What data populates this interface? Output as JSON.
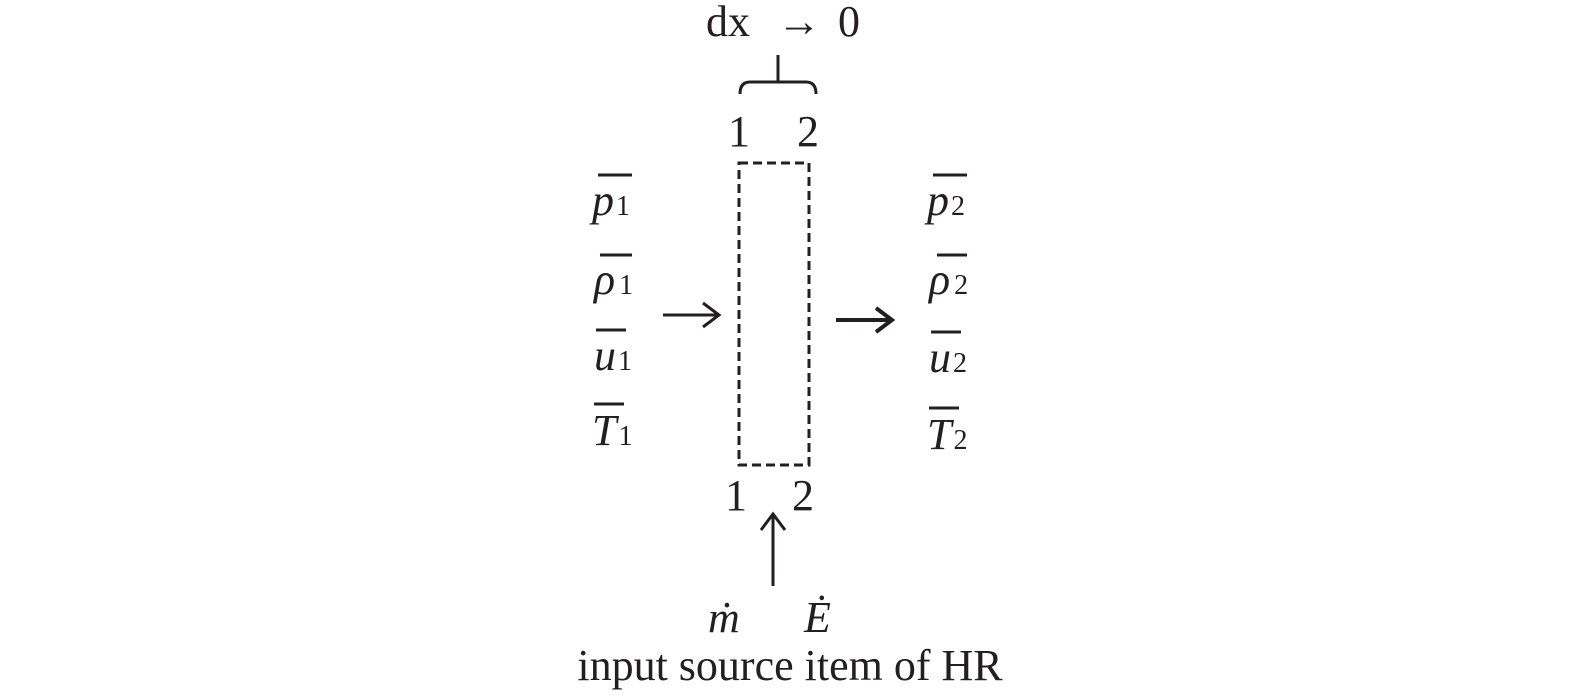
{
  "top_label": {
    "text": "dx",
    "arrow": "→",
    "limit": "0"
  },
  "station_labels_top": [
    "1",
    "2"
  ],
  "station_labels_bottom": [
    "1",
    "2"
  ],
  "inlet_variables": [
    {
      "symbol": "p",
      "subscript": "1"
    },
    {
      "symbol": "ρ",
      "subscript": "1"
    },
    {
      "symbol": "u",
      "subscript": "1"
    },
    {
      "symbol": "T",
      "subscript": "1"
    }
  ],
  "outlet_variables": [
    {
      "symbol": "p",
      "subscript": "2"
    },
    {
      "symbol": "ρ",
      "subscript": "2"
    },
    {
      "symbol": "u",
      "subscript": "2"
    },
    {
      "symbol": "T",
      "subscript": "2"
    }
  ],
  "source_terms": [
    "ṁ",
    "Ė"
  ],
  "caption": "input source item of HR"
}
